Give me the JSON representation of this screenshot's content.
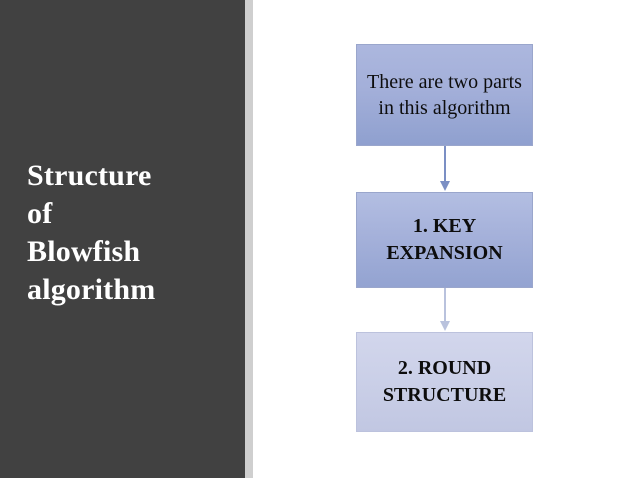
{
  "slide": {
    "title": {
      "lines": [
        "Structure",
        "of",
        "Blowfish",
        "algorithm"
      ],
      "full_text": "Structure of Blowfish algorithm",
      "color": "#ffffff",
      "panel_color": "#414141"
    },
    "diagram": {
      "type": "flowchart",
      "orientation": "vertical",
      "nodes": [
        {
          "id": "intro",
          "text": "There are two parts in this algorithm",
          "emphasis": "normal",
          "fill_top": "#acb7de",
          "fill_bottom": "#8fa0cf",
          "border": "#9aa6cc"
        },
        {
          "id": "key-expansion",
          "text": "1. KEY EXPANSION",
          "emphasis": "bold",
          "fill_top": "#b3bee2",
          "fill_bottom": "#93a3d1",
          "border": "#9aa6cc"
        },
        {
          "id": "round-structure",
          "text": "2. ROUND STRUCTURE",
          "emphasis": "bold",
          "fill_top": "#d2d6ec",
          "fill_bottom": "#c1c7e2",
          "border": "#bcc2dd"
        }
      ],
      "connectors": [
        {
          "id": "intro-to-key-expansion",
          "from": "intro",
          "to": "key-expansion",
          "color": "#7b8fc4",
          "style": "arrow-down"
        },
        {
          "id": "key-expansion-to-round-structure",
          "from": "key-expansion",
          "to": "round-structure",
          "color": "#b9c2dd",
          "style": "arrow-down"
        }
      ]
    }
  }
}
